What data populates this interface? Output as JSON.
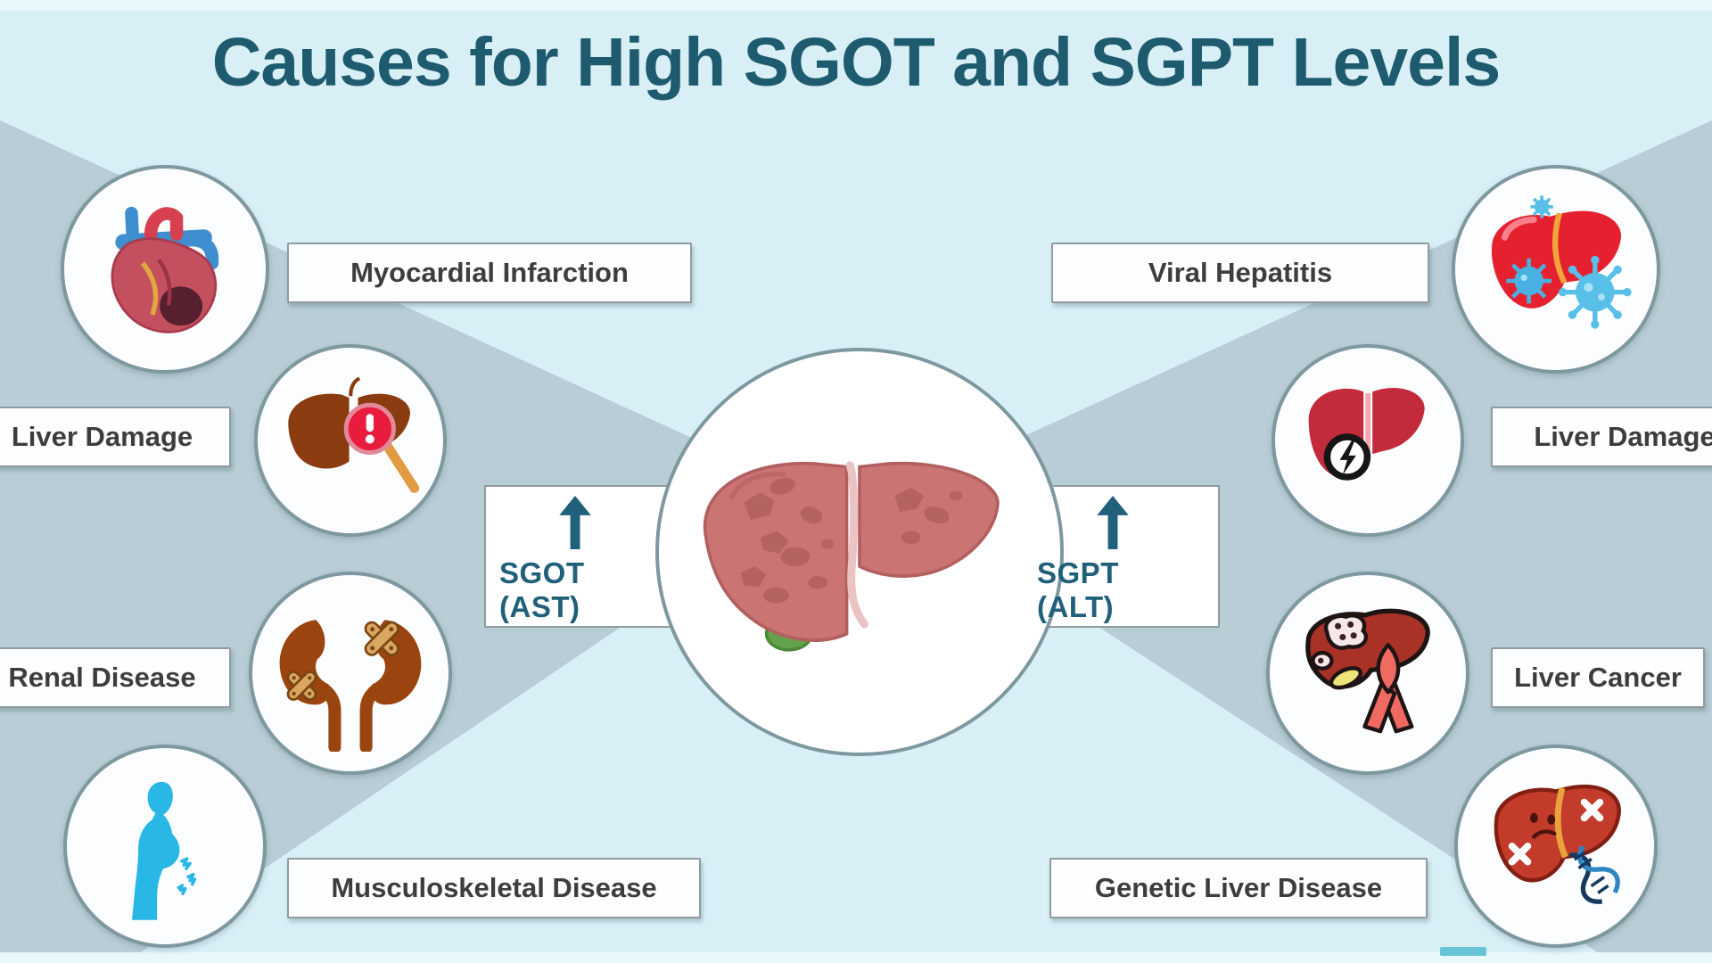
{
  "title": "Causes for High SGOT and SGPT Levels",
  "center": {
    "organ_icon": "liver-icon",
    "left_marker": {
      "label": "SGOT (AST)",
      "icon": "up-arrow-icon"
    },
    "right_marker": {
      "label": "SGPT (ALT)",
      "icon": "up-arrow-icon"
    }
  },
  "left_causes": [
    {
      "label": "Myocardial Infarction",
      "icon": "heart-icon"
    },
    {
      "label": "Liver Damage",
      "icon": "liver-magnifier-icon"
    },
    {
      "label": "Renal Disease",
      "icon": "kidneys-icon"
    },
    {
      "label": "Musculoskeletal Disease",
      "icon": "back-pain-person-icon"
    }
  ],
  "right_causes": [
    {
      "label": "Viral Hepatitis",
      "icon": "liver-virus-icon"
    },
    {
      "label": "Liver Damage",
      "icon": "liver-shock-icon"
    },
    {
      "label": "Liver Cancer",
      "icon": "liver-ribbon-icon"
    },
    {
      "label": "Genetic Liver Disease",
      "icon": "liver-dna-icon"
    }
  ],
  "colors": {
    "background": "#d9eff6",
    "wedge": "#b8cdd5",
    "title_text": "#1e5b6e",
    "teal_accent": "#20607b",
    "label_text": "#3d3d3d",
    "box_border": "#8f9ba1",
    "circle_border": "#7e98a0",
    "watermark": "#69c4d8"
  }
}
